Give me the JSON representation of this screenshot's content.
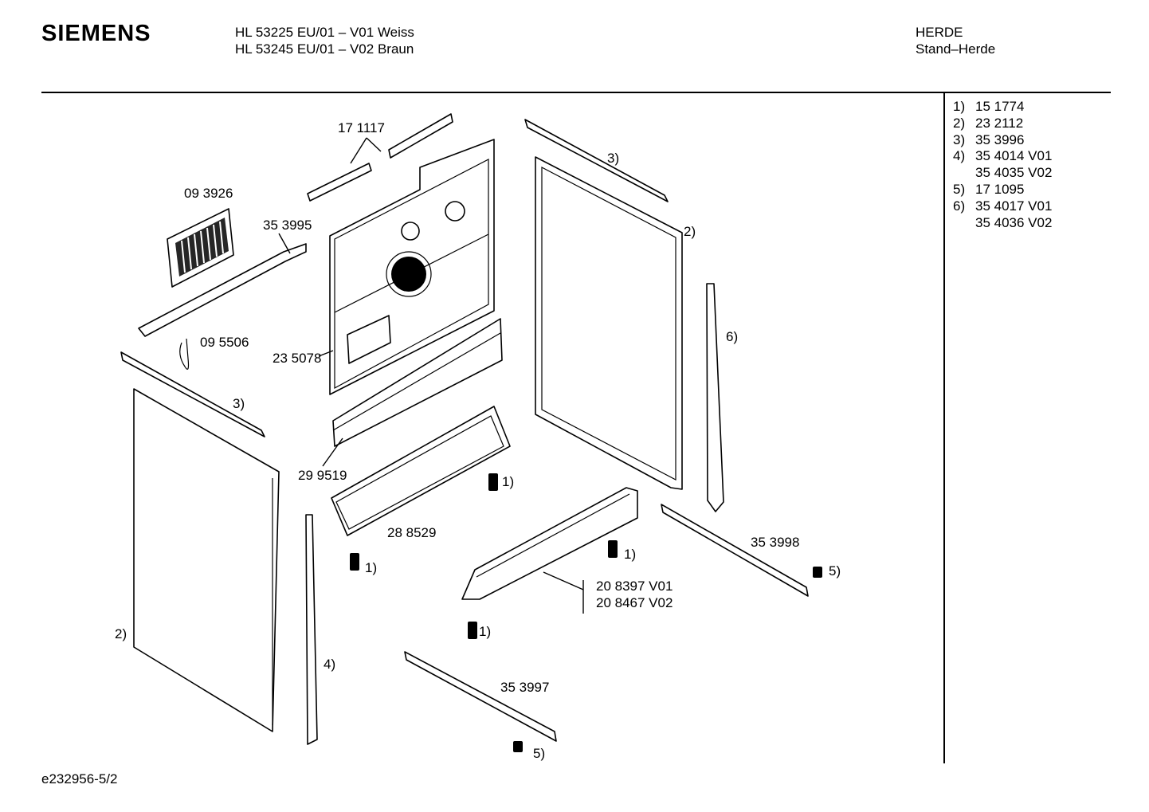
{
  "header": {
    "brand": "SIEMENS",
    "model_line_1": "HL 53225 EU/01 – V01 Weiss",
    "model_line_2": "HL 53245 EU/01 – V02 Braun",
    "category_1": "HERDE",
    "category_2": "Stand–Herde"
  },
  "parts_list": [
    {
      "num": "1)",
      "code": "15 1774"
    },
    {
      "num": "2)",
      "code": "23 2112"
    },
    {
      "num": "3)",
      "code": "35 3996"
    },
    {
      "num": "4)",
      "code": "35 4014 V01"
    },
    {
      "num": "",
      "code": "35 4035 V02"
    },
    {
      "num": "5)",
      "code": "17 1095"
    },
    {
      "num": "6)",
      "code": "35 4017 V01"
    },
    {
      "num": "",
      "code": "35 4036 V02"
    }
  ],
  "labels": {
    "p171117": "17 1117",
    "p093926": "09 3926",
    "p353995": "35 3995",
    "p095506": "09 5506",
    "p235078": "23 5078",
    "p299519": "29 9519",
    "p288529": "28 8529",
    "p353998": "35 3998",
    "p208397": "20 8397 V01",
    "p208467": "20 8467 V02",
    "p353997": "35 3997",
    "ref3a": "3)",
    "ref3b": "3)",
    "ref2a": "2)",
    "ref2b": "2)",
    "ref6": "6)",
    "ref4": "4)",
    "ref1a": "1)",
    "ref1b": "1)",
    "ref1c": "1)",
    "ref1d": "1)",
    "ref5a": "5)",
    "ref5b": "5)"
  },
  "footer": {
    "drawing_id": "e232956-5/2"
  }
}
